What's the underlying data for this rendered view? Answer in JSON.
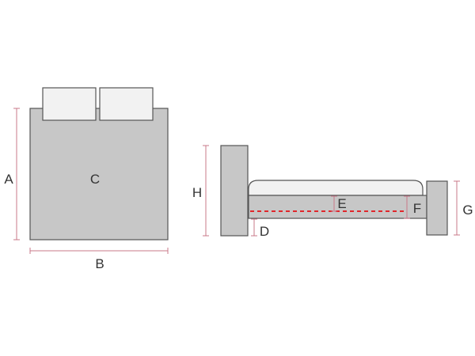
{
  "labels": {
    "a": "A",
    "b": "B",
    "c": "C",
    "d": "D",
    "e": "E",
    "f": "F",
    "g": "G",
    "h": "H"
  },
  "colors": {
    "frame_fill": "#c7c7c7",
    "outline": "#555555",
    "pillow_fill": "#f2f2f2",
    "dimension_line": "#c9788a",
    "dashed_line": "#e0262b",
    "label_text": "#333333"
  }
}
